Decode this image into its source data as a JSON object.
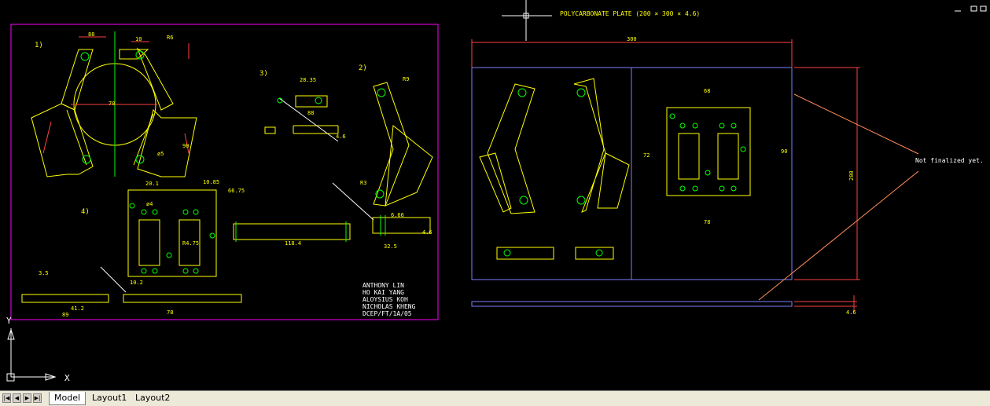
{
  "colors": {
    "bg": "#000000",
    "yellow": "#ffff00",
    "green": "#00ff00",
    "magenta": "#ff00ff",
    "red": "#ff4040",
    "white": "#ffffff",
    "purple": "#8080ff",
    "orange": "#ff8c5a"
  },
  "title_block": [
    "ANTHONY LIN",
    "HO KAI YANG",
    "ALOYSIUS KOH",
    "NICHOLAS KHENG",
    "DCEP/FT/1A/05"
  ],
  "sheet_title": "POLYCARBONATE PLATE (200 × 300 × 4.6)",
  "note": "Not finalized yet.",
  "views": {
    "v1": "1)",
    "v2": "2)",
    "v3": "3)",
    "v4": "4)"
  },
  "dims": {
    "d88": "88",
    "d10": "10",
    "d6": "R6",
    "d70": "70",
    "d90": "90",
    "d5": "ø5",
    "d2835": "28.35",
    "d88b": "88",
    "d46": "4.6",
    "d9": "R9",
    "d3": "R3",
    "d666": "6.66",
    "d32": "32.5",
    "d4": "4.6",
    "d1184": "118.4",
    "d201": "20.1",
    "d1085": "10.85",
    "d6675": "66.75",
    "d4b": "ø4",
    "d4275": "R4.75",
    "d35": "3.5",
    "d412": "41.2",
    "d89": "89",
    "d78": "78",
    "d62": "10.2",
    "d300": "300",
    "d200": "200",
    "d68": "68",
    "d72": "72",
    "d90b": "90",
    "d78b": "78",
    "d46b": "4.6"
  },
  "ucs": {
    "x": "X",
    "y": "Y"
  },
  "tabs": {
    "model": "Model",
    "layout1": "Layout1",
    "layout2": "Layout2"
  }
}
